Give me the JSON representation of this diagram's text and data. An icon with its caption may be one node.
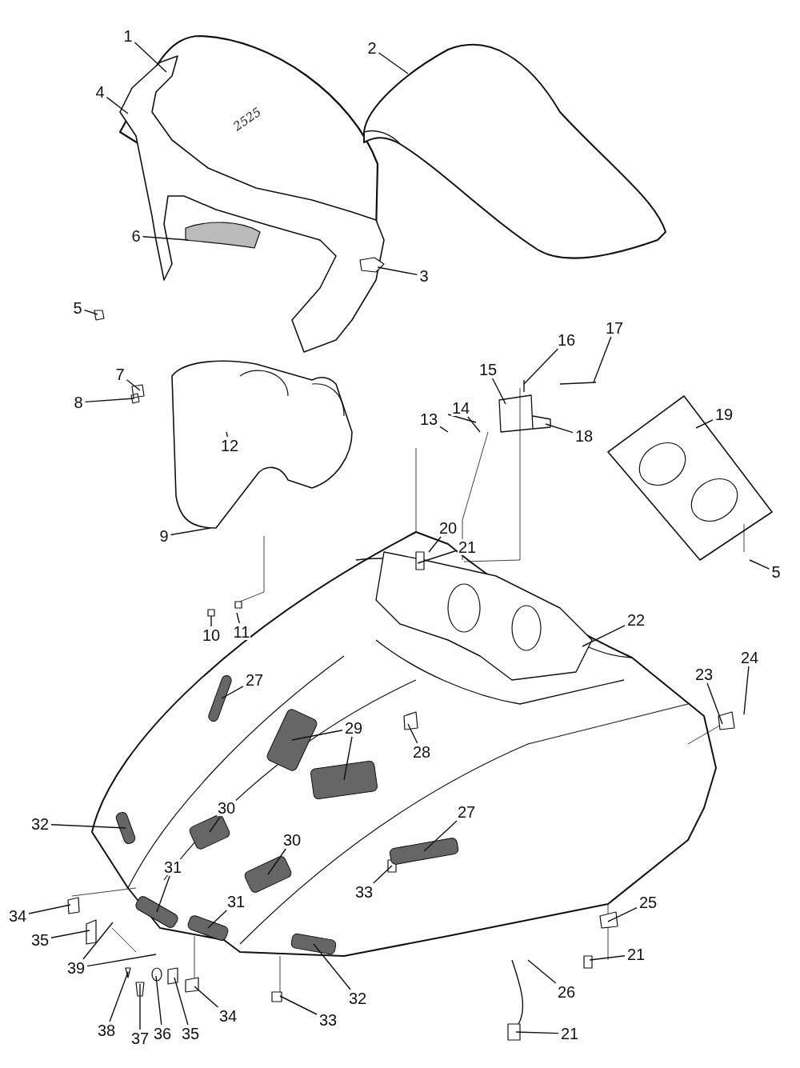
{
  "diagram": {
    "nodes": [
      {
        "text": [
          "1"
        ]
      },
      {
        "text": [
          "2"
        ]
      },
      {
        "text": [
          "4"
        ]
      },
      {
        "text": [
          "6"
        ]
      },
      {
        "text": [
          "3"
        ]
      },
      {
        "text": [
          "5"
        ]
      },
      {
        "text": [
          "17"
        ]
      },
      {
        "text": [
          "16"
        ]
      },
      {
        "text": [
          "15"
        ]
      },
      {
        "text": [
          "7"
        ]
      },
      {
        "text": [
          "8"
        ]
      },
      {
        "text": [
          "13"
        ]
      },
      {
        "text": [
          "14"
        ]
      },
      {
        "text": [
          "19"
        ]
      },
      {
        "text": [
          "18"
        ]
      },
      {
        "text": [
          "12"
        ]
      },
      {
        "text": [
          "20"
        ]
      },
      {
        "text": [
          "9"
        ]
      },
      {
        "text": [
          "21"
        ]
      },
      {
        "text": [
          "5"
        ]
      },
      {
        "text": [
          "22"
        ]
      },
      {
        "text": [
          "10"
        ]
      },
      {
        "text": [
          "11"
        ]
      },
      {
        "text": [
          "24"
        ]
      },
      {
        "text": [
          "23"
        ]
      },
      {
        "text": [
          "27"
        ]
      },
      {
        "text": [
          "29"
        ]
      },
      {
        "text": [
          "28"
        ]
      },
      {
        "text": [
          "30"
        ]
      },
      {
        "text": [
          "27"
        ]
      },
      {
        "text": [
          "32"
        ]
      },
      {
        "text": [
          "30"
        ]
      },
      {
        "text": [
          "31"
        ]
      },
      {
        "text": [
          "33"
        ]
      },
      {
        "text": [
          "31"
        ]
      },
      {
        "text": [
          "25"
        ]
      },
      {
        "text": [
          "34"
        ]
      },
      {
        "text": [
          "35"
        ]
      },
      {
        "text": [
          "21"
        ]
      },
      {
        "text": [
          "39"
        ]
      },
      {
        "text": [
          "26"
        ]
      },
      {
        "text": [
          "32"
        ]
      },
      {
        "text": [
          "34"
        ]
      },
      {
        "text": [
          "33"
        ]
      },
      {
        "text": [
          "38"
        ]
      },
      {
        "text": [
          "35"
        ]
      },
      {
        "text": [
          "21"
        ]
      },
      {
        "text": [
          "36"
        ]
      },
      {
        "text": [
          "37"
        ]
      }
    ],
    "edges": [
      {
        "from": 0,
        "to": null,
        "arrow": "none"
      },
      {
        "from": 1,
        "to": null,
        "arrow": "none"
      },
      {
        "from": 2,
        "to": null,
        "arrow": "none"
      },
      {
        "from": 3,
        "to": null,
        "arrow": "none"
      },
      {
        "from": 4,
        "to": null,
        "arrow": "none"
      },
      {
        "from": 5,
        "to": null,
        "arrow": "none"
      },
      {
        "from": 6,
        "to": null,
        "arrow": "none"
      },
      {
        "from": 7,
        "to": null,
        "arrow": "none"
      },
      {
        "from": 8,
        "to": null,
        "arrow": "none"
      },
      {
        "from": 9,
        "to": null,
        "arrow": "none"
      },
      {
        "from": 10,
        "to": null,
        "arrow": "none"
      },
      {
        "from": 11,
        "to": null,
        "arrow": "none"
      },
      {
        "from": 12,
        "to": null,
        "arrow": "none"
      },
      {
        "from": 13,
        "to": null,
        "arrow": "none"
      },
      {
        "from": 14,
        "to": null,
        "arrow": "none"
      },
      {
        "from": 15,
        "to": null,
        "arrow": "none"
      },
      {
        "from": 16,
        "to": null,
        "arrow": "none"
      },
      {
        "from": 17,
        "to": null,
        "arrow": "none"
      },
      {
        "from": 18,
        "to": null,
        "arrow": "none"
      },
      {
        "from": 19,
        "to": null,
        "arrow": "none"
      },
      {
        "from": 20,
        "to": null,
        "arrow": "none"
      },
      {
        "from": 21,
        "to": null,
        "arrow": "none"
      },
      {
        "from": 22,
        "to": null,
        "arrow": "none"
      },
      {
        "from": 23,
        "to": null,
        "arrow": "none"
      },
      {
        "from": 24,
        "to": null,
        "arrow": "none"
      },
      {
        "from": 25,
        "to": null,
        "arrow": "none"
      },
      {
        "from": 26,
        "to": null,
        "arrow": "none"
      },
      {
        "from": 26,
        "to": null,
        "arrow": "none"
      },
      {
        "from": 27,
        "to": null,
        "arrow": "none"
      },
      {
        "from": 28,
        "to": null,
        "arrow": "none"
      },
      {
        "from": 29,
        "to": null,
        "arrow": "none"
      },
      {
        "from": 30,
        "to": null,
        "arrow": "none"
      },
      {
        "from": 31,
        "to": null,
        "arrow": "none"
      },
      {
        "from": 32,
        "to": null,
        "arrow": "none"
      },
      {
        "from": 33,
        "to": null,
        "arrow": "none"
      },
      {
        "from": 34,
        "to": null,
        "arrow": "none"
      },
      {
        "from": 35,
        "to": null,
        "arrow": "none"
      },
      {
        "from": 36,
        "to": null,
        "arrow": "none"
      },
      {
        "from": 37,
        "to": null,
        "arrow": "none"
      },
      {
        "from": 38,
        "to": null,
        "arrow": "none"
      },
      {
        "from": 39,
        "to": null,
        "arrow": "none"
      },
      {
        "from": 39,
        "to": null,
        "arrow": "none"
      },
      {
        "from": 40,
        "to": null,
        "arrow": "none"
      },
      {
        "from": 41,
        "to": null,
        "arrow": "none"
      },
      {
        "from": 42,
        "to": null,
        "arrow": "none"
      },
      {
        "from": 43,
        "to": null,
        "arrow": "none"
      },
      {
        "from": 44,
        "to": null,
        "arrow": "none"
      },
      {
        "from": 45,
        "to": null,
        "arrow": "none"
      },
      {
        "from": 46,
        "to": null,
        "arrow": "none"
      },
      {
        "from": 47,
        "to": null,
        "arrow": "none"
      },
      {
        "from": 48,
        "to": null,
        "arrow": "none"
      }
    ],
    "labels": [
      "2525"
    ]
  }
}
